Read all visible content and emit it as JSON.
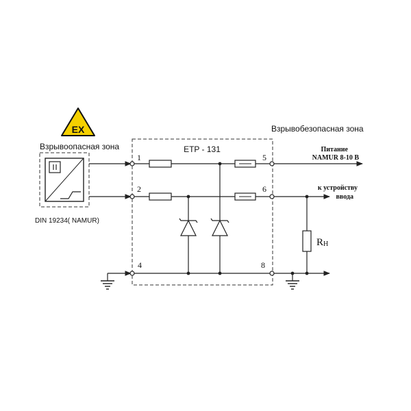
{
  "badge": {
    "text": "EX",
    "color": "#f5d000"
  },
  "zones": {
    "hazardous": "Взрывоопасная зона",
    "safe": "Взрывобезопасная зона"
  },
  "sensor": {
    "standard": "DIN 19234( NAMUR)"
  },
  "barrier": {
    "name": "ETP - 131",
    "terminals": [
      "1",
      "2",
      "4",
      "5",
      "6",
      "8"
    ]
  },
  "outputs": {
    "power_line1": "Питание",
    "power_line2": "NAMUR 8-10 В",
    "device_line1": "к устройству",
    "device_line2": "ввода"
  },
  "resistor": {
    "label_main": "R",
    "label_sub": "Н"
  },
  "colors": {
    "line": "#222222",
    "badge_fill": "#f5d000"
  }
}
